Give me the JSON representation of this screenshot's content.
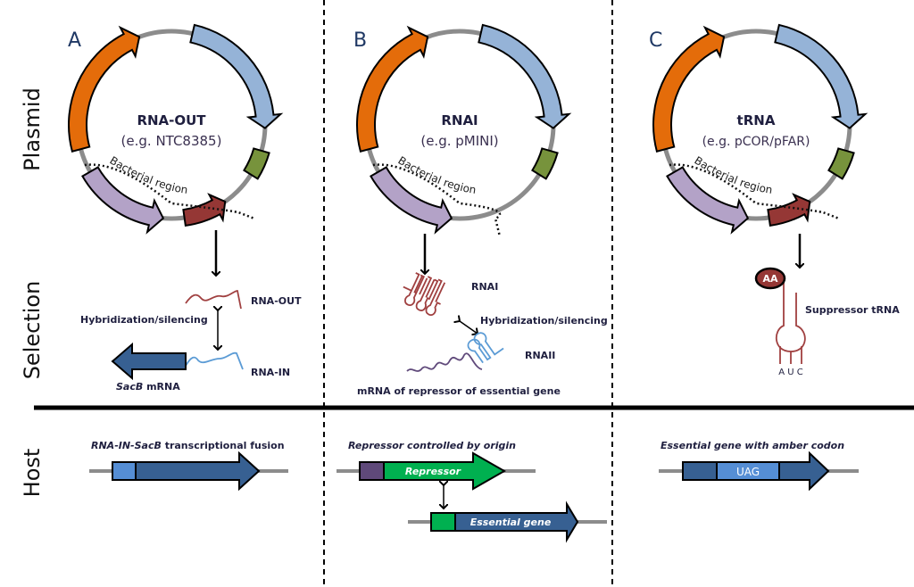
{
  "rows": {
    "plasmid": "Plasmid",
    "selection": "Selection",
    "host": "Host"
  },
  "panels": [
    {
      "letter": "A",
      "title": "RNA-OUT",
      "example": "(e.g. NTC8385)",
      "region": "Bacterial region",
      "selection": {
        "hybridization": "Hybridization/silencing",
        "rna_top": "RNA-OUT",
        "rna_bottom": "RNA-IN",
        "mrna_italic": "SacB",
        "mrna_rest": " mRNA"
      },
      "host": {
        "caption_italic": "RNA-IN-SacB",
        "caption_rest": " transcriptional fusion"
      }
    },
    {
      "letter": "B",
      "title": "RNAI",
      "example": "(e.g. pMINI)",
      "region": "Bacterial region",
      "selection": {
        "rna_top": "RNAI",
        "hybridization": "Hybridization/silencing",
        "rna_bottom": "RNAII",
        "mrna": "mRNA of repressor of essential gene"
      },
      "host": {
        "caption": "Repressor controlled by origin",
        "gene1": "Repressor",
        "gene2": "Essential gene"
      }
    },
    {
      "letter": "C",
      "title": "tRNA",
      "example": "(e.g. pCOR/pFAR)",
      "region": "Bacterial region",
      "selection": {
        "aa": "AA",
        "trna": "Suppressor tRNA",
        "anticodon": "A U C"
      },
      "host": {
        "caption": "Essential gene with amber codon",
        "codon": "UAG"
      }
    }
  ],
  "colors": {
    "orange": "#e46c0a",
    "blue_light": "#95b3d7",
    "green": "#77933c",
    "purple": "#b3a2c7",
    "red_dark": "#953735",
    "navy": "#376092",
    "blue_mid": "#558ed5",
    "green_bright": "#00b050",
    "purple_dark": "#5f497a",
    "rna_red": "#a04040",
    "rna_blue": "#5b9bd5",
    "rna_purple": "#604a7b",
    "backbone": "#8c8c8c",
    "text": "#1f1f3f"
  }
}
